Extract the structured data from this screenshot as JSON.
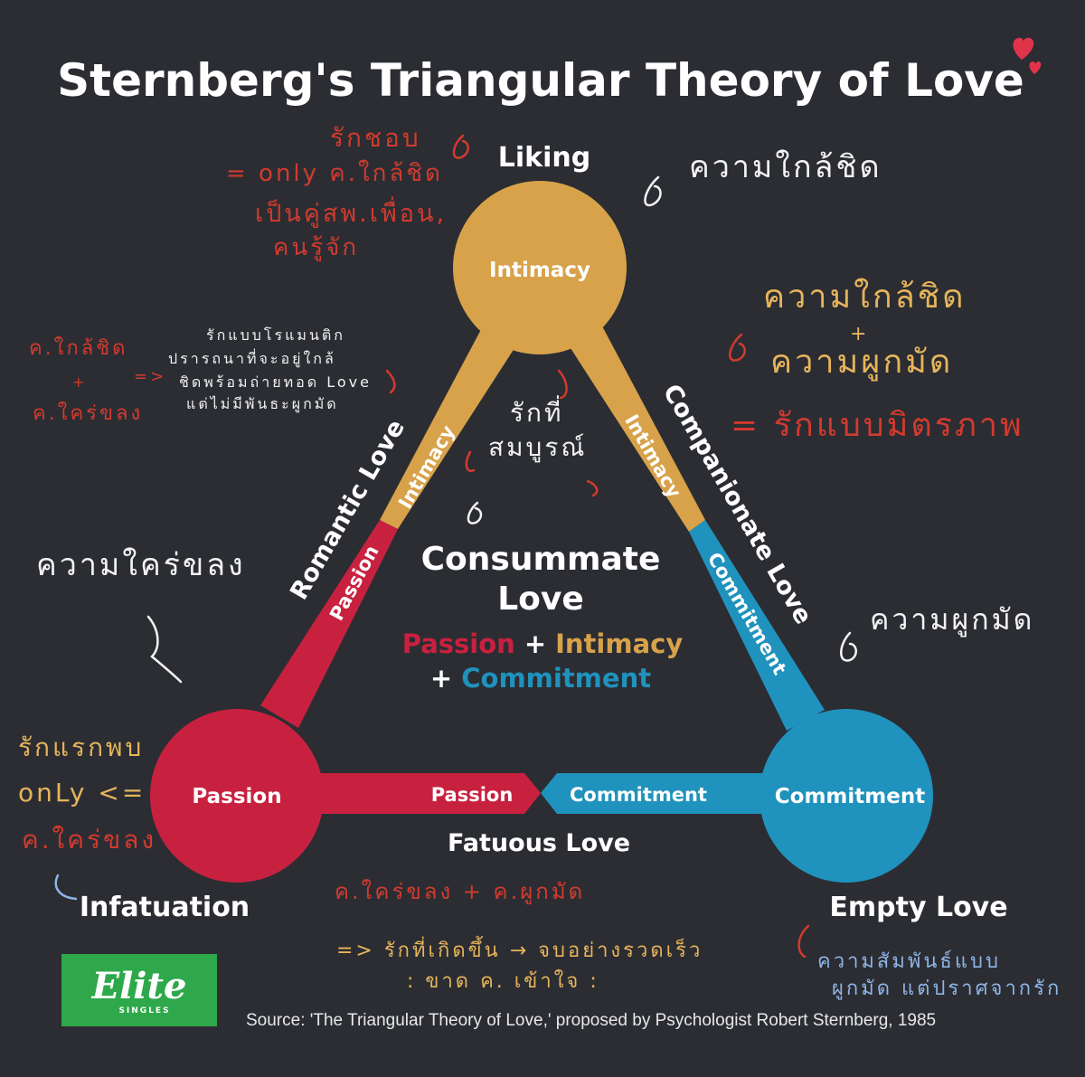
{
  "title": "Sternberg's Triangular Theory of Love",
  "colors": {
    "background": "#2b2d33",
    "passion": "#c8213f",
    "intimacy": "#d8a24a",
    "commitment": "#1f92bd",
    "logo_green": "#2ea84a",
    "heart": "#e0344a"
  },
  "vertices": {
    "liking": "Liking",
    "infatuation": "Infatuation",
    "empty_love": "Empty Love"
  },
  "circles": {
    "top": "Intimacy",
    "left": "Passion",
    "right": "Commitment"
  },
  "edges": {
    "left": {
      "name": "Romantic Love",
      "upper": "Intimacy",
      "lower": "Passion"
    },
    "right": {
      "name": "Companionate Love",
      "upper": "Intimacy",
      "lower": "Commitment"
    },
    "bottom": {
      "name": "Fatuous Love",
      "left": "Passion",
      "right": "Commitment"
    }
  },
  "center": {
    "line1": "Consummate",
    "line2": "Love",
    "passion": "Passion",
    "plus1": "+",
    "intimacy": "Intimacy",
    "plus2": "+",
    "commitment": "Commitment"
  },
  "source": "Source: 'The Triangular Theory of Love,' proposed by Psychologist Robert Sternberg, 1985",
  "logo": {
    "name": "Elite",
    "sub": "SINGLES"
  },
  "notes": {
    "liking_title": "รักชอบ",
    "liking_l1": "= only ค.ใกล้ชิด",
    "liking_l2": "เป็นคู่สพ.เพื่อน,",
    "liking_l3": "คนรู้จัก",
    "intimacy_th": "ความใกล้ชิด",
    "companion_l1": "ความใกล้ชิด",
    "companion_plus": "+",
    "companion_l2": "ความผูกมัด",
    "companion_l3": "= รักแบบมิตรภาพ",
    "romantic_a": "ค.ใกล้ชิด",
    "romantic_plus": "+",
    "romantic_b": "ค.ใคร่ขลง",
    "romantic_arrow": "=>",
    "romantic_d1": "รักแบบโรแมนติก",
    "romantic_d2": "ปรารถนาที่จะอยู่ใกล้",
    "romantic_d3": "ชิดพร้อมถ่ายทอด Love",
    "romantic_d4": "แต่ไม่มีพันธะผูกมัด",
    "center_l1": "รักที่",
    "center_l2": "สมบูรณ์",
    "passion_th": "ความใคร่ขลง",
    "commitment_th": "ความผูกมัด",
    "infat_l1": "รักแรกพบ",
    "infat_l2": "onLy <=",
    "infat_l3": "ค.ใคร่ขลง",
    "fatuous_l1": "ค.ใคร่ขลง + ค.ผูกมัด",
    "fatuous_l2": "=> รักที่เกิดขึ้น → จบอย่างรวดเร็ว",
    "fatuous_l3": ": ขาด ค. เข้าใจ :",
    "empty_l1": "ความสัมพันธ์แบบ",
    "empty_l2": "ผูกมัด แต่ปราศจากรัก"
  }
}
